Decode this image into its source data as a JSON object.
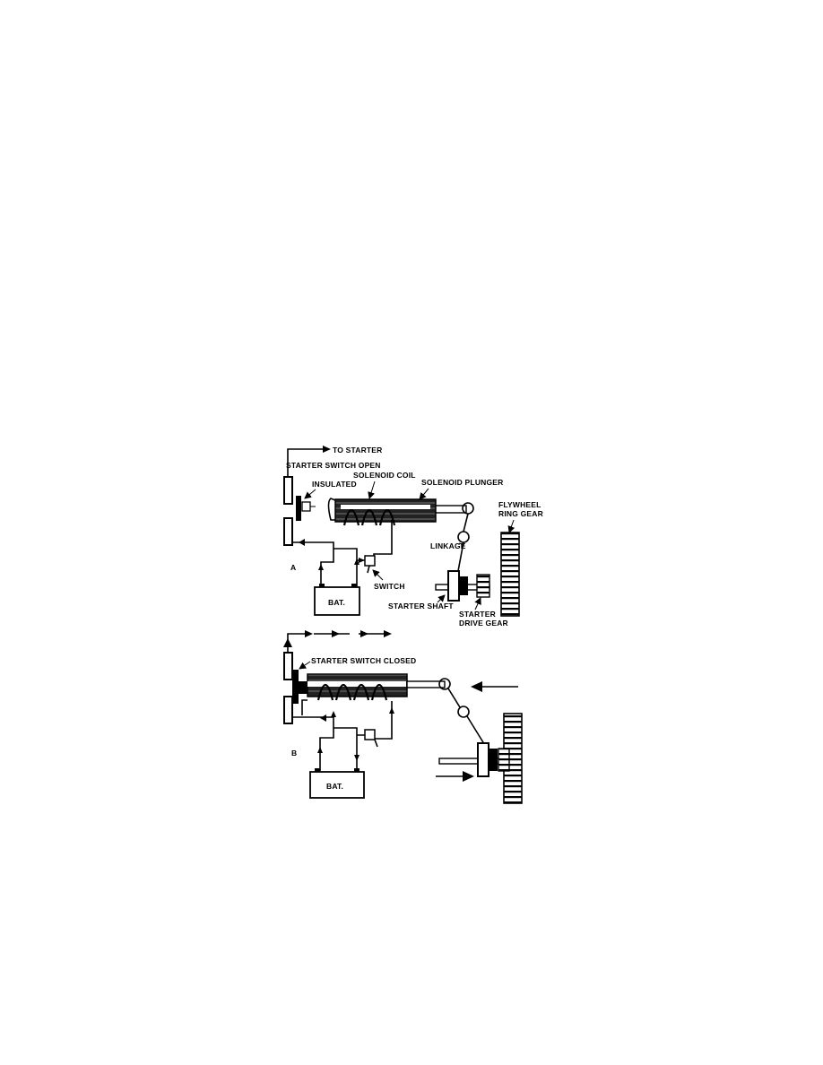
{
  "diagram_a": {
    "panel_letter": "A",
    "to_starter": "TO STARTER",
    "switch_state": "STARTER SWITCH OPEN",
    "insulated": "INSULATED",
    "solenoid_coil": "SOLENOID COIL",
    "solenoid_plunger": "SOLENOID PLUNGER",
    "flywheel_line1": "FLYWHEEL",
    "flywheel_line2": "RING GEAR",
    "linkage": "LINKAGE",
    "switch": "SWITCH",
    "battery": "BAT.",
    "starter_shaft": "STARTER SHAFT",
    "drive_gear_line1": "STARTER",
    "drive_gear_line2": "DRIVE GEAR"
  },
  "diagram_b": {
    "panel_letter": "B",
    "switch_state": "STARTER SWITCH CLOSED",
    "battery": "BAT."
  }
}
